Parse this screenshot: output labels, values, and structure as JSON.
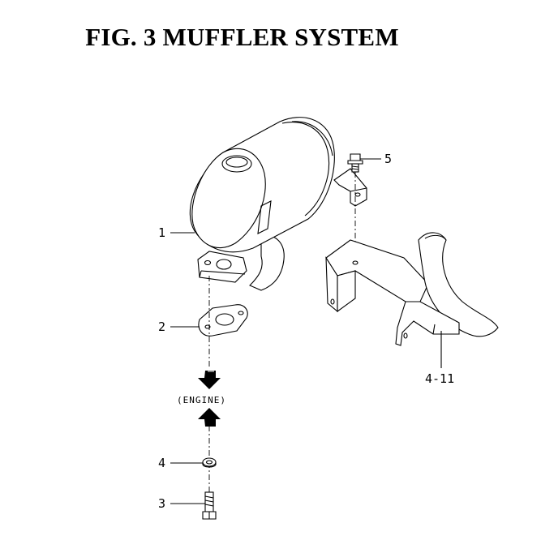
{
  "figure": {
    "title": "FIG. 3  MUFFLER SYSTEM",
    "engine_label": "(ENGINE)"
  },
  "callouts": [
    {
      "id": "1",
      "text": "1"
    },
    {
      "id": "2",
      "text": "2"
    },
    {
      "id": "3",
      "text": "3"
    },
    {
      "id": "4",
      "text": "4"
    },
    {
      "id": "5",
      "text": "5"
    },
    {
      "id": "4-11",
      "text": "4-11"
    }
  ]
}
